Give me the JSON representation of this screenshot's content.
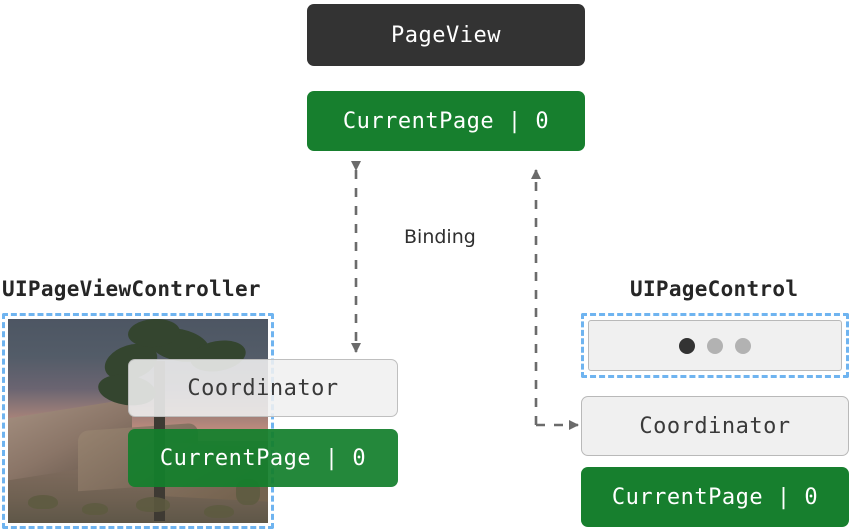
{
  "diagram": {
    "title": "PageView data binding diagram",
    "colors": {
      "dark": "#333333",
      "green": "#177f2e",
      "grey_fill": "#f0f0f0",
      "grey_border": "#b9b9b9",
      "selection_blue": "#6fb4f0",
      "connector": "#6b6b6b",
      "dot_active": "#333333",
      "dot_inactive": "#b2b2b2"
    }
  },
  "top": {
    "page_view_label": "PageView",
    "current_page_label": "CurrentPage | 0"
  },
  "binding": {
    "label": "Binding"
  },
  "left_section": {
    "title": "UIPageViewController",
    "coordinator_label": "Coordinator",
    "current_page_label": "CurrentPage | 0",
    "photo_alt": "desert landscape with joshua tree and rocks at dusk"
  },
  "right_section": {
    "title": "UIPageControl",
    "coordinator_label": "Coordinator",
    "current_page_label": "CurrentPage | 0",
    "dots": [
      {
        "state": "active"
      },
      {
        "state": "inactive"
      },
      {
        "state": "inactive"
      }
    ]
  }
}
